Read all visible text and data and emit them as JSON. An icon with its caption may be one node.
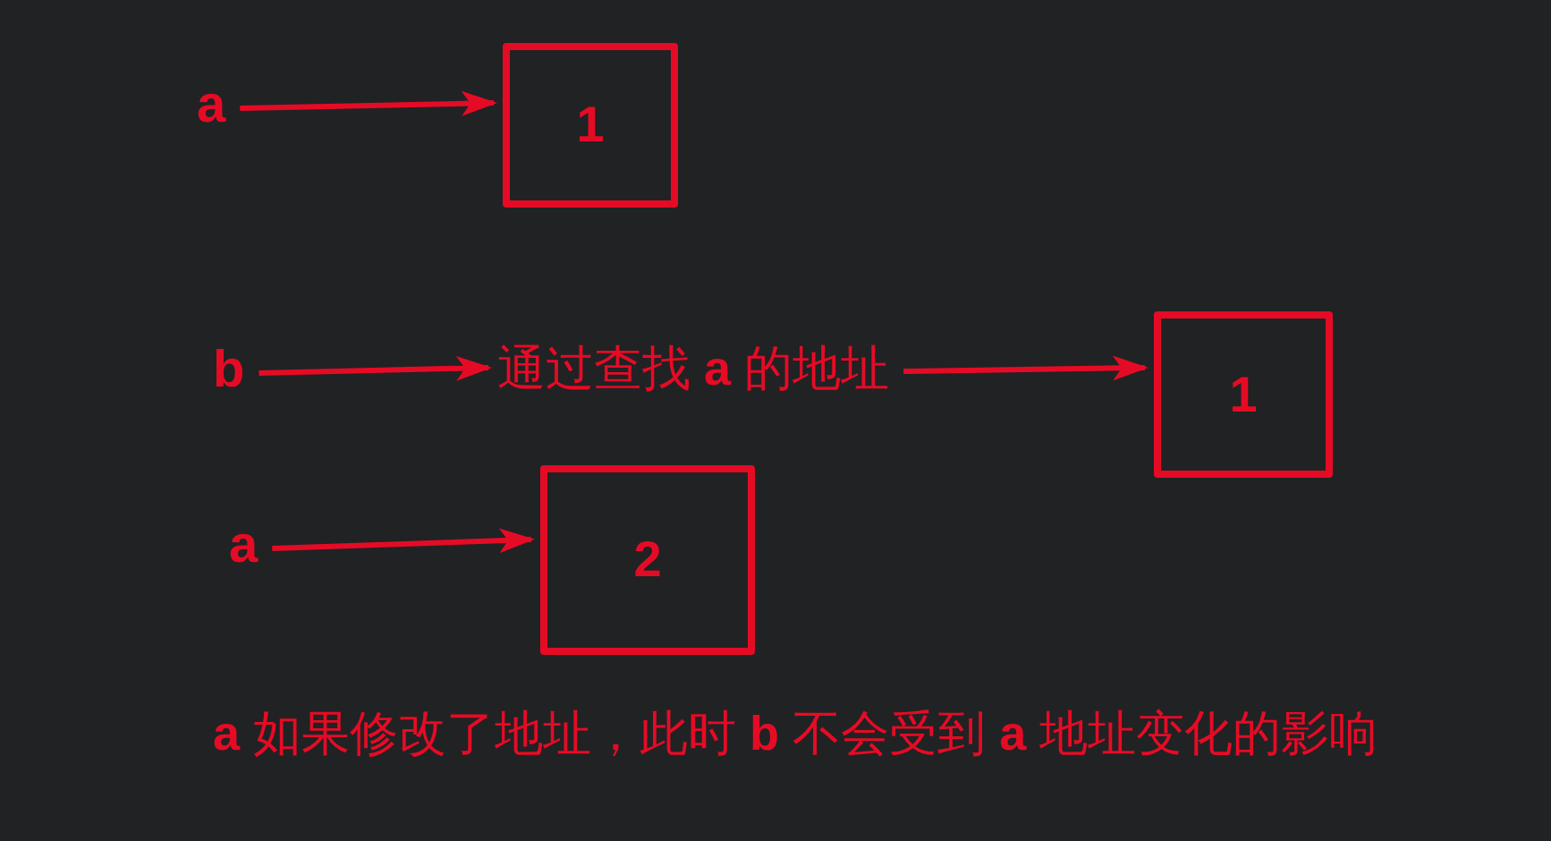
{
  "diagram": {
    "nodes": [
      {
        "text": [
          "a"
        ]
      },
      {
        "text": [
          "1"
        ]
      },
      {
        "text": [
          "b"
        ]
      },
      {
        "text": [
          "通过查找 **a** 的地址"
        ]
      },
      {
        "text": [
          "1"
        ]
      },
      {
        "text": [
          "a"
        ]
      },
      {
        "text": [
          "2"
        ]
      }
    ],
    "edges": [
      {
        "from": 0,
        "to": 1,
        "arrow": "to"
      },
      {
        "from": 2,
        "to": 3,
        "arrow": "to"
      },
      {
        "from": 3,
        "to": 4,
        "arrow": "to"
      },
      {
        "from": 5,
        "to": 6,
        "arrow": "to"
      }
    ],
    "labels": [
      "**a** 如果修改了地址，此时 **b** 不会受到 **a** 地址变化的影响"
    ]
  }
}
